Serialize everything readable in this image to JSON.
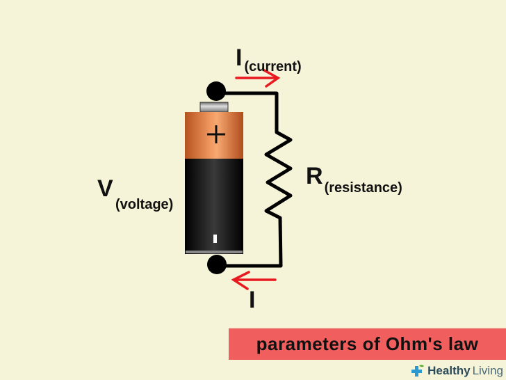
{
  "title": "parameters of Ohm's law",
  "labels": {
    "current_symbol": "I",
    "current_name": "(current)",
    "voltage_symbol": "V",
    "voltage_name": "(voltage)",
    "resistance_symbol": "R",
    "resistance_name": "(resistance)",
    "current_return_symbol": "I"
  },
  "battery": {
    "positive_sign": "+",
    "negative_sign": "-"
  },
  "arrows": {
    "top_direction": "right",
    "bottom_direction": "left"
  },
  "colors": {
    "background": "#f5f3d8",
    "arrow": "#e8191f",
    "banner": "#f05f5d",
    "battery_copper": "#d9763c",
    "battery_black": "#0c0c0c",
    "wire": "#000000"
  },
  "brand": {
    "icon": "plus-leaf-icon",
    "name_bold": "Healthy",
    "name_regular": "Living"
  }
}
